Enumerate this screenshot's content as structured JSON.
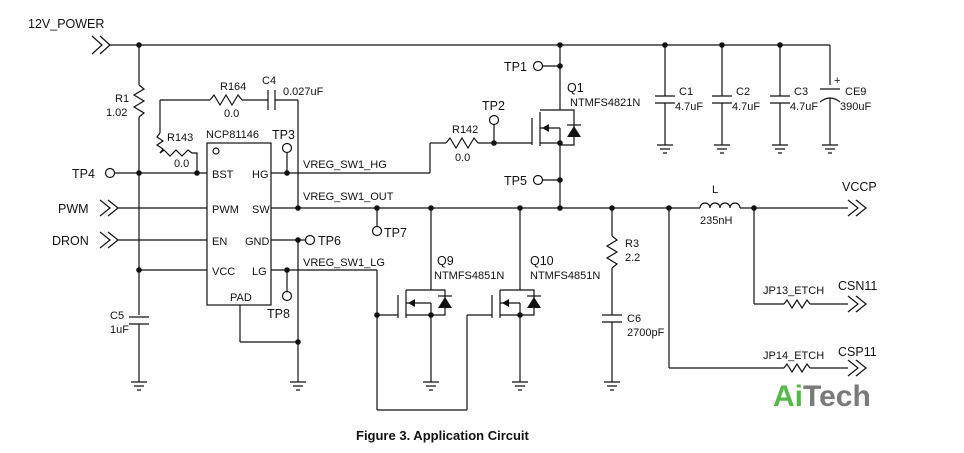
{
  "nets": {
    "power12": "12V_POWER",
    "vccp": "VCCP",
    "csn": "CSN11",
    "csp": "CSP11",
    "pwm": "PWM",
    "dron": "DRON",
    "sw_hg": "VREG_SW1_HG",
    "sw_out": "VREG_SW1_OUT",
    "sw_lg": "VREG_SW1_LG"
  },
  "ic": {
    "name": "NCP81146",
    "pins": {
      "bst": "BST",
      "hg": "HG",
      "pwm": "PWM",
      "sw": "SW",
      "en": "EN",
      "gnd": "GND",
      "vcc": "VCC",
      "lg": "LG",
      "pad": "PAD"
    }
  },
  "testpoints": {
    "tp1": "TP1",
    "tp2": "TP2",
    "tp3": "TP3",
    "tp4": "TP4",
    "tp5": "TP5",
    "tp6": "TP6",
    "tp7": "TP7",
    "tp8": "TP8"
  },
  "components": {
    "r1": {
      "ref": "R1",
      "value": "1.02"
    },
    "r164": {
      "ref": "R164",
      "value": "0.0"
    },
    "r143": {
      "ref": "R143",
      "value": "0.0"
    },
    "r142": {
      "ref": "R142",
      "value": "0.0"
    },
    "r3": {
      "ref": "R3",
      "value": "2.2"
    },
    "c4": {
      "ref": "C4",
      "value": "0.027uF"
    },
    "c5": {
      "ref": "C5",
      "value": "1uF"
    },
    "c6": {
      "ref": "C6",
      "value": "2700pF"
    },
    "c1": {
      "ref": "C1",
      "value": "4.7uF"
    },
    "c2": {
      "ref": "C2",
      "value": "4.7uF"
    },
    "c3": {
      "ref": "C3",
      "value": "4.7uF"
    },
    "ce9": {
      "ref": "CE9",
      "value": "390uF",
      "polarity": "+"
    },
    "l": {
      "ref": "L",
      "value": "235nH"
    },
    "q1": {
      "ref": "Q1",
      "part": "NTMFS4821N"
    },
    "q9": {
      "ref": "Q9",
      "part": "NTMFS4851N"
    },
    "q10": {
      "ref": "Q10",
      "part": "NTMFS4851N"
    },
    "jp13": {
      "ref": "JP13_ETCH"
    },
    "jp14": {
      "ref": "JP14_ETCH"
    }
  },
  "caption": "Figure 3. Application Circuit",
  "watermark": {
    "part1": "Ai",
    "part2": "Tech",
    "color1": "#55b94a",
    "color2": "#7a7a7a"
  }
}
